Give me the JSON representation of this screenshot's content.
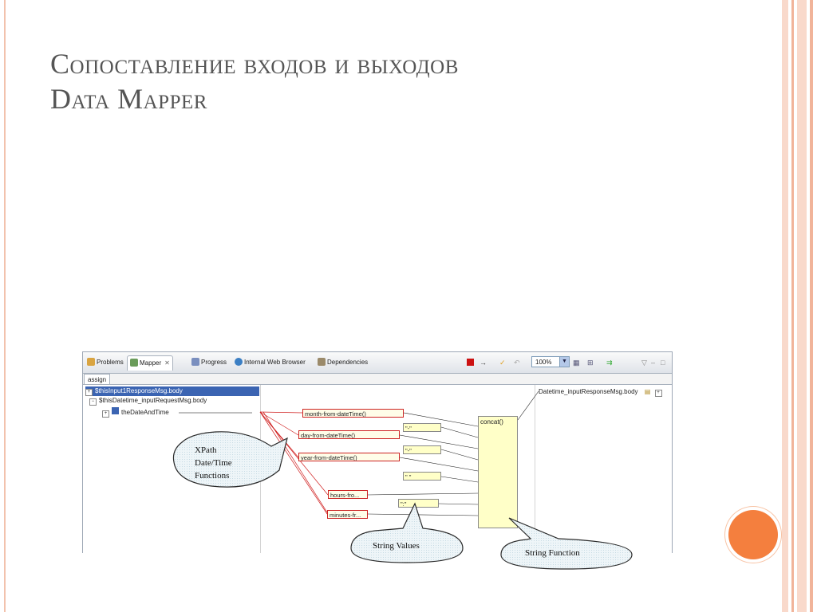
{
  "slide": {
    "title_line1": "Сопоставление входов и выходов",
    "title_line2": "Data Mapper",
    "colors": {
      "accent": "#f47f3e",
      "stripe": "#f2c2ad",
      "title": "#555555"
    }
  },
  "ide": {
    "tabs": [
      {
        "label": "Problems",
        "icon": "problems-icon"
      },
      {
        "label": "Mapper",
        "icon": "mapper-icon"
      },
      {
        "label": "Progress",
        "icon": "progress-icon"
      },
      {
        "label": "Internal Web Browser",
        "icon": "globe-icon"
      },
      {
        "label": "Dependencies",
        "icon": "dependencies-icon"
      }
    ],
    "mapper_close": "✕",
    "zoom": "100%",
    "subtab": "assign",
    "tree": {
      "row1": "$thisInput1ResponseMsg.body",
      "row2": "$thisDatetime_inputRequestMsg.body",
      "row3": "theDateAndTime"
    },
    "functions": {
      "month": "month-from-dateTime()",
      "day": "day-from-dateTime()",
      "year": "year-from-dateTime()",
      "hours": "hours-fro...",
      "minutes": "minutes-fr..."
    },
    "strings": {
      "s1": "\"-\"",
      "s2": "\"-\"",
      "s3": "\" \"",
      "s4": "\":\""
    },
    "concat": "concat()",
    "target": "Datetime_inputResponseMsg.body"
  },
  "callouts": {
    "xpath": [
      "XPath",
      "Date/Time",
      "Functions"
    ],
    "string_values": "String Values",
    "string_function": "String Function"
  }
}
